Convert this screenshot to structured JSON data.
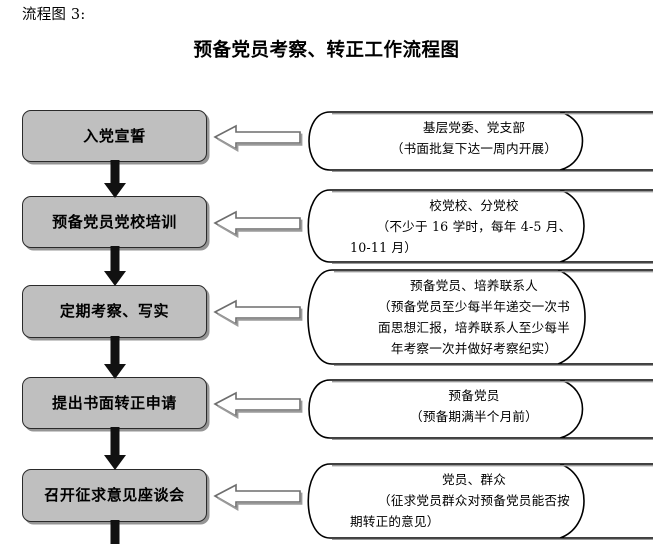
{
  "header": {
    "doc_label": "流程图 3:",
    "title": "预备党员考察、转正工作流程图"
  },
  "colors": {
    "box_fill": "#bfbfbf",
    "box_border": "#2a2a2a",
    "shadow": "#828282",
    "callout_stroke": "#000000",
    "page_background": "#ffffff"
  },
  "chart_data": {
    "type": "flowchart",
    "orientation": "top-to-bottom",
    "title": "预备党员考察、转正工作流程图",
    "steps": [
      {
        "id": "step-1",
        "label": "入党宣誓",
        "note_lines": [
          "基层党委、党支部",
          "（书面批复下达一周内开展）"
        ],
        "note_align": [
          "center",
          "center"
        ]
      },
      {
        "id": "step-2",
        "label": "预备党员党校培训",
        "note_lines": [
          "校党校、分党校",
          "（不少于 16 学时，每年 4-5 月、",
          "10-11 月）"
        ],
        "note_align": [
          "center",
          "center",
          "left"
        ]
      },
      {
        "id": "step-3",
        "label": "定期考察、写实",
        "note_lines": [
          "预备党员、培养联系人",
          "（预备党员至少每半年递交一次书",
          "面思想汇报，培养联系人至少每半",
          "年考察一次并做好考察纪实）"
        ],
        "note_align": [
          "center",
          "center",
          "center",
          "center"
        ]
      },
      {
        "id": "step-4",
        "label": "提出书面转正申请",
        "note_lines": [
          "预备党员",
          "（预备期满半个月前）"
        ],
        "note_align": [
          "center",
          "center"
        ]
      },
      {
        "id": "step-5",
        "label": "召开征求意见座谈会",
        "note_lines": [
          "党员、群众",
          "（征求党员群众对预备党员能否按",
          "期转正的意见）"
        ],
        "note_align": [
          "center",
          "center",
          "left"
        ]
      }
    ],
    "connectors": [
      {
        "from": "step-1",
        "to": "step-2",
        "kind": "down-arrow"
      },
      {
        "from": "step-2",
        "to": "step-3",
        "kind": "down-arrow"
      },
      {
        "from": "step-3",
        "to": "step-4",
        "kind": "down-arrow"
      },
      {
        "from": "step-4",
        "to": "step-5",
        "kind": "down-arrow"
      },
      {
        "from": "step-5",
        "to": "below",
        "kind": "down-line"
      }
    ],
    "callout_arrows": [
      {
        "to": "step-1",
        "kind": "block-arrow-left"
      },
      {
        "to": "step-2",
        "kind": "block-arrow-left"
      },
      {
        "to": "step-3",
        "kind": "block-arrow-left"
      },
      {
        "to": "step-4",
        "kind": "block-arrow-left"
      },
      {
        "to": "step-5",
        "kind": "block-arrow-left"
      }
    ]
  }
}
